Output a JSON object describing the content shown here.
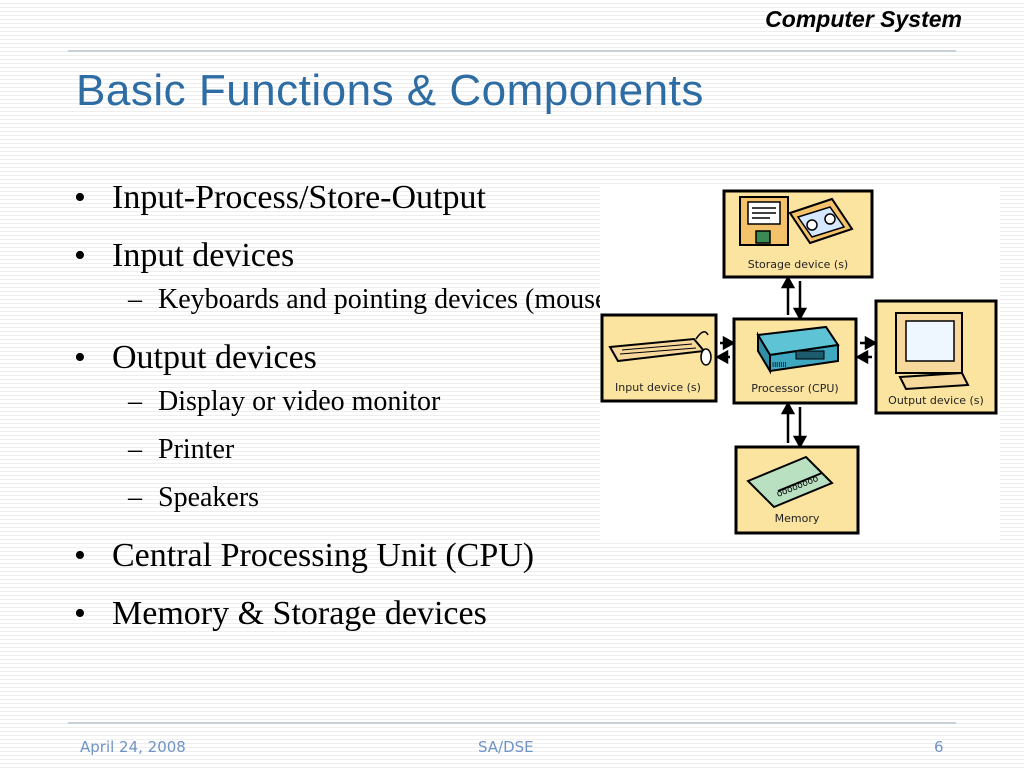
{
  "header": {
    "section_title": "Computer System"
  },
  "slide": {
    "title": "Basic Functions & Components",
    "bullets": [
      {
        "text": "Input-Process/Store-Output",
        "sub": []
      },
      {
        "text": "Input devices",
        "sub": [
          "Keyboards and pointing devices (mouse)"
        ]
      },
      {
        "text": "Output devices",
        "sub": [
          "Display or video monitor",
          "Printer",
          "Speakers"
        ]
      },
      {
        "text": "Central Processing Unit (CPU)",
        "sub": []
      },
      {
        "text": "Memory & Storage devices",
        "sub": []
      }
    ]
  },
  "diagram": {
    "storage_label": "Storage device (s)",
    "input_label": "Input device (s)",
    "processor_label": "Processor (CPU)",
    "output_label": "Output device (s)",
    "memory_label": "Memory"
  },
  "footer": {
    "date": "April 24, 2008",
    "center": "SA/DSE",
    "page": "6"
  },
  "colors": {
    "title": "#2e6ca4",
    "footer": "#6f94c4",
    "box_fill": "#fbe3a0"
  }
}
